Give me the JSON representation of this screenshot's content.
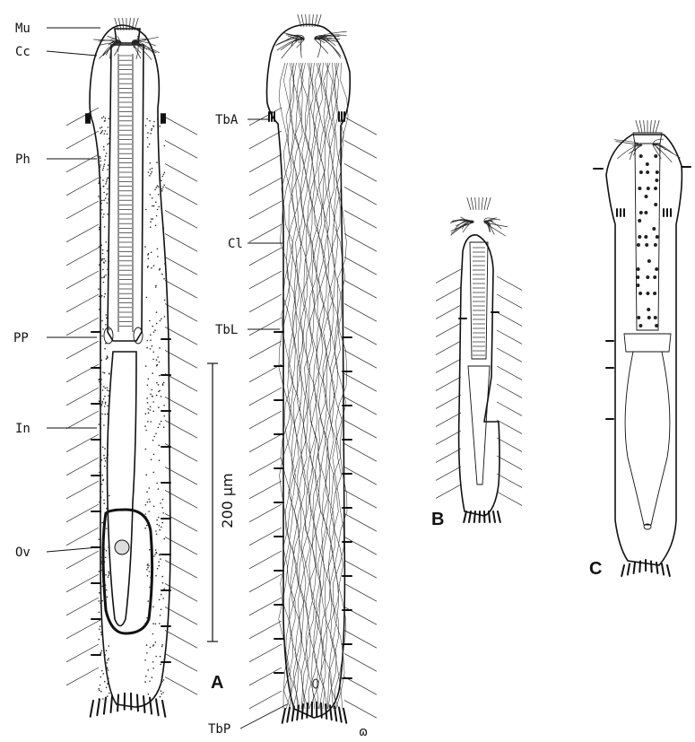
{
  "labels": {
    "mu": "Mu",
    "cc": "Cc",
    "ph": "Ph",
    "pp": "PP",
    "in": "In",
    "ov": "Ov",
    "tba": "TbA",
    "cl": "Cl",
    "tbl": "TbL",
    "tbp": "TbP"
  },
  "scale_bar": {
    "text": "200 µm"
  },
  "panels": {
    "a": "A",
    "b": "B",
    "c": "C"
  },
  "corner_mark": "ɷ"
}
